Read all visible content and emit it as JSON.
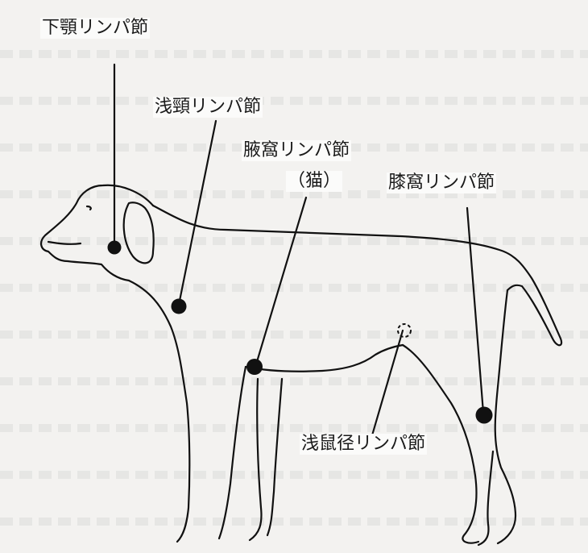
{
  "labels": {
    "mandibular": "下顎リンパ節",
    "superficial_cervical": "浅頸リンパ節",
    "axillary": "腋窩リンパ節",
    "axillary_note": "（猫）",
    "popliteal": "膝窩リンパ節",
    "superficial_inguinal": "浅鼠径リンパ節"
  },
  "colors": {
    "ink": "#111111",
    "node": "#111111",
    "background": "#f3f2f0"
  }
}
